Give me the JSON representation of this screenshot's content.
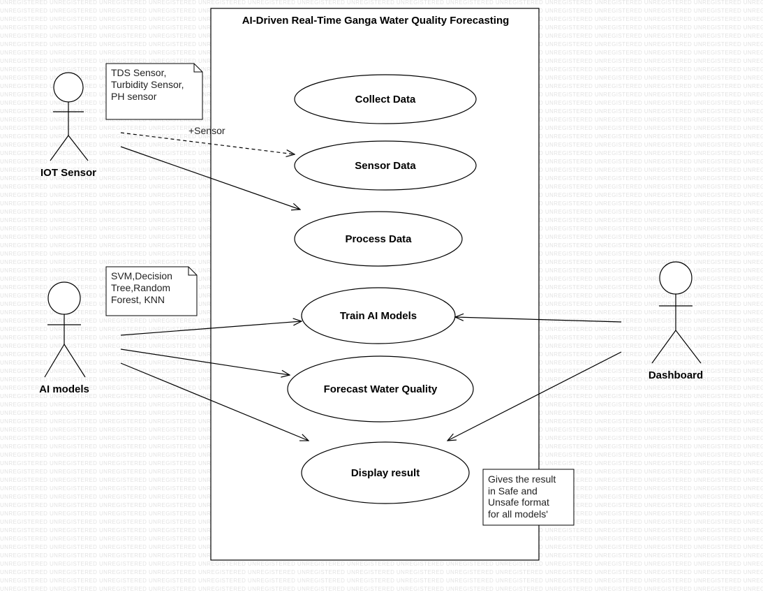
{
  "system": {
    "title": "AI-Driven Real-Time Ganga Water Quality Forecasting"
  },
  "watermark": {
    "text": "UNREGISTERED"
  },
  "actors": {
    "iot_sensor": "IOT Sensor",
    "ai_models": "AI models",
    "dashboard": "Dashboard"
  },
  "use_cases": {
    "collect_data": "Collect Data",
    "sensor_data": "Sensor Data",
    "process_data": "Process Data",
    "train_ai_models": "Train AI Models",
    "forecast_water_quality": "Forecast Water Quality",
    "display_result": "Display result"
  },
  "notes": {
    "sensors": {
      "lines": [
        "TDS Sensor,",
        "Turbidity Sensor,",
        "PH sensor"
      ]
    },
    "models": {
      "lines": [
        "SVM,Decision",
        "Tree,Random",
        "Forest, KNN"
      ]
    },
    "result": {
      "lines": [
        "Gives the result",
        "in Safe and",
        "Unsafe format",
        "for all models'"
      ]
    }
  },
  "relations": {
    "sensor_label": "+Sensor"
  }
}
